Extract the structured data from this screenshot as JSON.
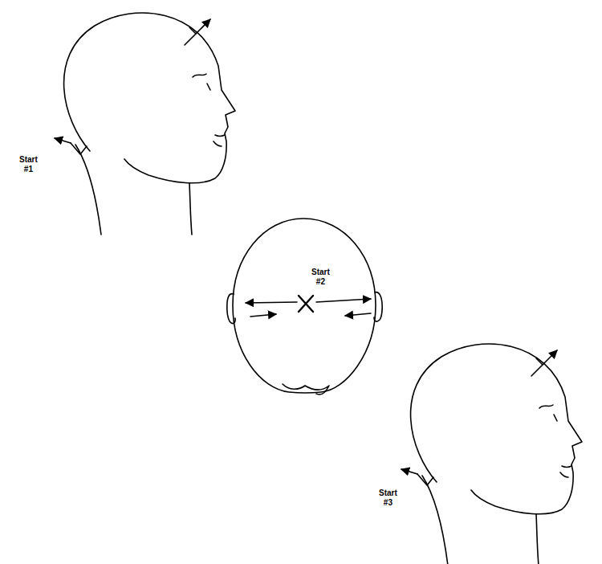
{
  "diagram": {
    "labels": [
      "Start #1",
      "Start #2",
      "Start #3"
    ]
  }
}
